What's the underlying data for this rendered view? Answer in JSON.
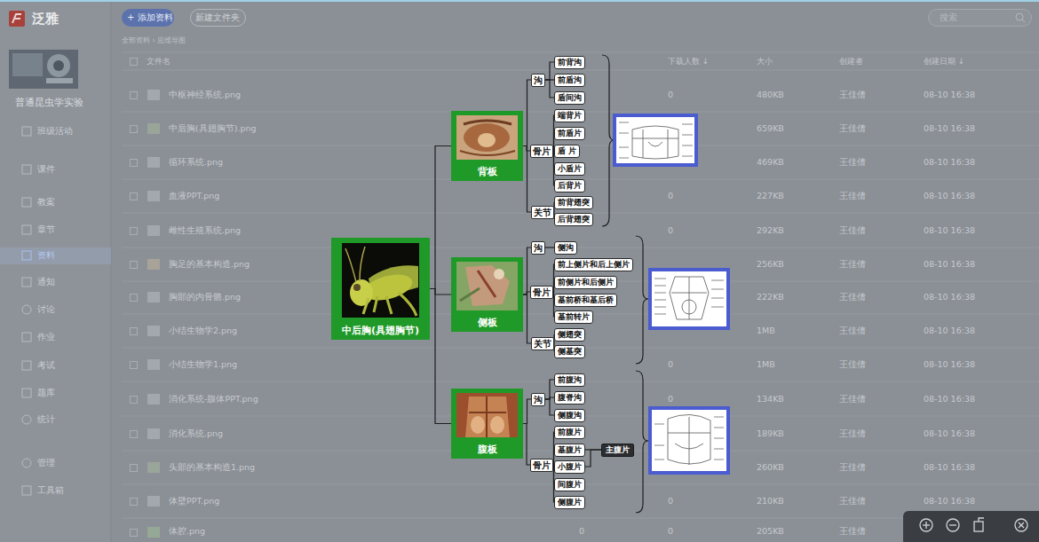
{
  "diagram": {
    "nodes": [
      {
        "text": [
          "中后胸(具翅胸节)"
        ]
      },
      {
        "text": [
          "背板"
        ]
      },
      {
        "text": [
          "沟"
        ]
      },
      {
        "text": [
          "前背沟"
        ]
      },
      {
        "text": [
          "前盾沟"
        ]
      },
      {
        "text": [
          "盾间沟"
        ]
      },
      {
        "text": [
          "骨片"
        ]
      },
      {
        "text": [
          "端背片"
        ]
      },
      {
        "text": [
          "前盾片"
        ]
      },
      {
        "text": [
          "盾 片"
        ]
      },
      {
        "text": [
          "小盾片"
        ]
      },
      {
        "text": [
          "后背片"
        ]
      },
      {
        "text": [
          "关节"
        ]
      },
      {
        "text": [
          "前背翅突"
        ]
      },
      {
        "text": [
          "后背翅突"
        ]
      },
      {
        "text": [
          "侧板"
        ]
      },
      {
        "text": [
          "沟"
        ]
      },
      {
        "text": [
          "侧沟"
        ]
      },
      {
        "text": [
          "骨片"
        ]
      },
      {
        "text": [
          "前上侧片和后上侧片"
        ]
      },
      {
        "text": [
          "前侧片和后侧片"
        ]
      },
      {
        "text": [
          "基前桥和基后桥"
        ]
      },
      {
        "text": [
          "基前转片"
        ]
      },
      {
        "text": [
          "关节"
        ]
      },
      {
        "text": [
          "侧翅突"
        ]
      },
      {
        "text": [
          "侧基突"
        ]
      },
      {
        "text": [
          "腹板"
        ]
      },
      {
        "text": [
          "沟"
        ]
      },
      {
        "text": [
          "前腹沟"
        ]
      },
      {
        "text": [
          "腹脊沟"
        ]
      },
      {
        "text": [
          "侧腹沟"
        ]
      },
      {
        "text": [
          "骨片"
        ]
      },
      {
        "text": [
          "前腹片"
        ]
      },
      {
        "text": [
          "基腹片"
        ]
      },
      {
        "text": [
          "小腹片"
        ]
      },
      {
        "text": [
          "间腹片"
        ]
      },
      {
        "text": [
          "侧腹片"
        ]
      },
      {
        "text": [
          "主腹片"
        ]
      }
    ],
    "edges": [
      {
        "from": 0,
        "to": 1,
        "arrow": "none"
      },
      {
        "from": 0,
        "to": 15,
        "arrow": "none"
      },
      {
        "from": 0,
        "to": 26,
        "arrow": "none"
      },
      {
        "from": 1,
        "to": 2,
        "arrow": "none"
      },
      {
        "from": 1,
        "to": 6,
        "arrow": "none"
      },
      {
        "from": 1,
        "to": 12,
        "arrow": "none"
      },
      {
        "from": 2,
        "to": 3,
        "arrow": "none"
      },
      {
        "from": 2,
        "to": 4,
        "arrow": "none"
      },
      {
        "from": 2,
        "to": 5,
        "arrow": "none"
      },
      {
        "from": 6,
        "to": 7,
        "arrow": "none"
      },
      {
        "from": 6,
        "to": 8,
        "arrow": "none"
      },
      {
        "from": 6,
        "to": 9,
        "arrow": "none"
      },
      {
        "from": 6,
        "to": 10,
        "arrow": "none"
      },
      {
        "from": 6,
        "to": 11,
        "arrow": "none"
      },
      {
        "from": 12,
        "to": 13,
        "arrow": "none"
      },
      {
        "from": 12,
        "to": 14,
        "arrow": "none"
      },
      {
        "from": 15,
        "to": 16,
        "arrow": "none"
      },
      {
        "from": 15,
        "to": 18,
        "arrow": "none"
      },
      {
        "from": 15,
        "to": 23,
        "arrow": "none"
      },
      {
        "from": 16,
        "to": 17,
        "arrow": "none"
      },
      {
        "from": 18,
        "to": 19,
        "arrow": "none"
      },
      {
        "from": 18,
        "to": 20,
        "arrow": "none"
      },
      {
        "from": 18,
        "to": 21,
        "arrow": "none"
      },
      {
        "from": 18,
        "to": 22,
        "arrow": "none"
      },
      {
        "from": 23,
        "to": 24,
        "arrow": "none"
      },
      {
        "from": 23,
        "to": 25,
        "arrow": "none"
      },
      {
        "from": 26,
        "to": 27,
        "arrow": "none"
      },
      {
        "from": 26,
        "to": 31,
        "arrow": "none"
      },
      {
        "from": 27,
        "to": 28,
        "arrow": "none"
      },
      {
        "from": 27,
        "to": 29,
        "arrow": "none"
      },
      {
        "from": 27,
        "to": 30,
        "arrow": "none"
      },
      {
        "from": 31,
        "to": 32,
        "arrow": "none"
      },
      {
        "from": 31,
        "to": 33,
        "arrow": "none"
      },
      {
        "from": 31,
        "to": 34,
        "arrow": "none"
      },
      {
        "from": 31,
        "to": 35,
        "arrow": "none"
      },
      {
        "from": 31,
        "to": 36,
        "arrow": "none"
      },
      {
        "from": 33,
        "to": 37,
        "arrow": "none"
      },
      {
        "from": 34,
        "to": 37,
        "arrow": "none"
      }
    ],
    "labels": [
      "泛雅",
      "+ 添加资料",
      "新建文件夹",
      "搜索",
      "全部资料 › 思维导图",
      "普通昆虫学实验",
      "班级活动",
      "课件",
      "教案",
      "章节",
      "资料",
      "通知",
      "讨论",
      "作业",
      "考试",
      "题库",
      "统计",
      "管理",
      "工具箱",
      "文件名",
      "下载人数 ↓",
      "大小",
      "创建者",
      "创建日期 ↓",
      "中枢神经系统.png",
      "0",
      "480KB",
      "王佳倩",
      "08-10 16:38",
      "中后胸(具翅胸节).png",
      "659KB",
      "王佳倩",
      "08-10 16:38",
      "循环系统.png",
      "469KB",
      "王佳倩",
      "08-10 16:38",
      "血液PPT.png",
      "0",
      "227KB",
      "王佳倩",
      "08-10 16:38",
      "雌性生殖系统.png",
      "0",
      "292KB",
      "王佳倩",
      "08-10 16:38",
      "胸足的基本构造.png",
      "256KB",
      "王佳倩",
      "08-10 16:38",
      "胸部的内骨骼.png",
      "222KB",
      "王佳倩",
      "08-10 16:38",
      "小结生物学2.png",
      "1MB",
      "王佳倩",
      "08-10 16:38",
      "小结生物学1.png",
      "0",
      "1MB",
      "王佳倩",
      "08-10 16:38",
      "消化系统-腺体PPT.png",
      "0",
      "134KB",
      "王佳倩",
      "08-10 16:38",
      "消化系统.png",
      "189KB",
      "王佳倩",
      "08-10 16:38",
      "头部的基本构造1.png",
      "260KB",
      "王佳倩",
      "08-10 16:38",
      "体壁PPT.png",
      "0",
      "210KB",
      "王佳倩",
      "08-10 16:38",
      "体腔.png",
      "0",
      "0",
      "205KB",
      "王佳倩"
    ]
  }
}
